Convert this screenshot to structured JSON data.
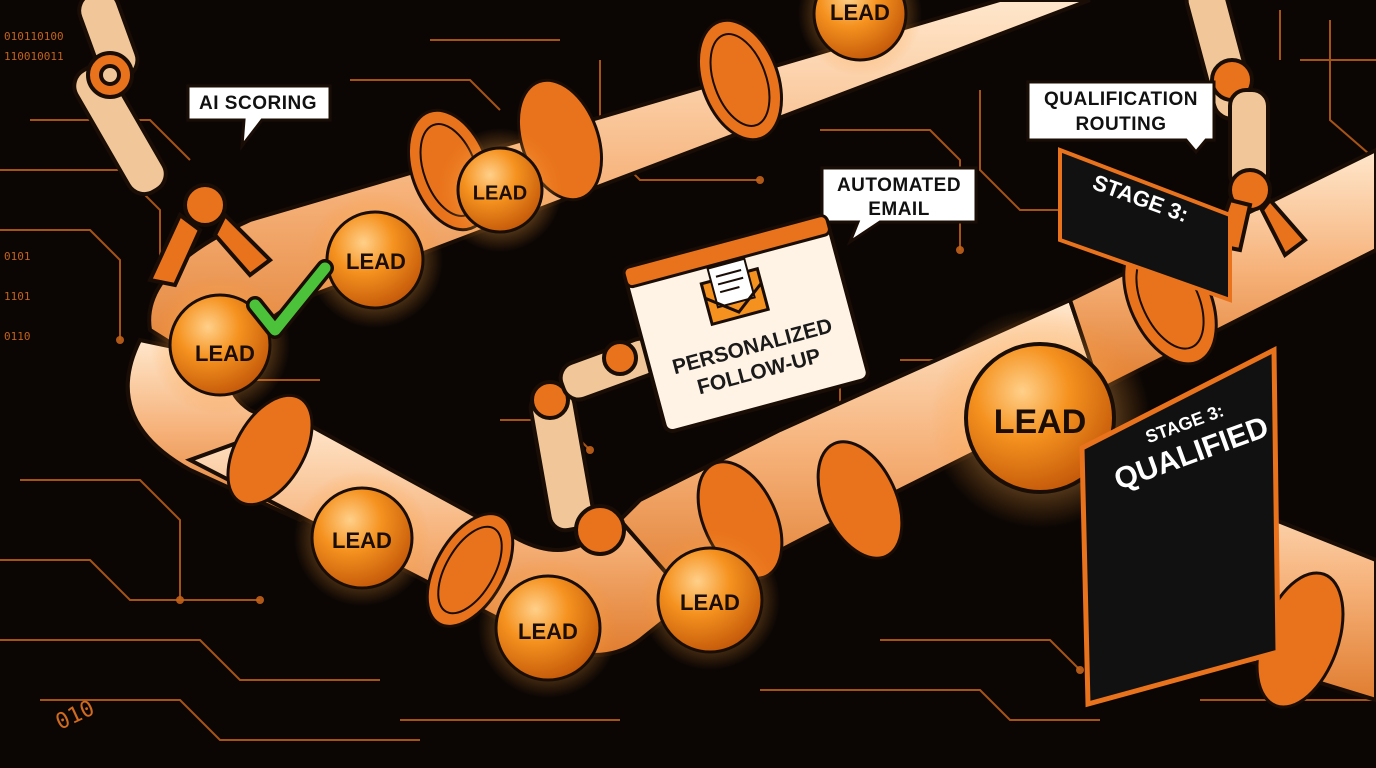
{
  "callouts": {
    "ai_scoring": "AI SCORING",
    "automated_email": [
      "AUTOMATED",
      "EMAIL"
    ],
    "qualification_routing": [
      "QUALIFICATION",
      "ROUTING"
    ]
  },
  "email_card": {
    "lines": [
      "PERSONALIZED",
      "FOLLOW-UP"
    ],
    "icon": "envelope-icon"
  },
  "stage_signs": {
    "back_sign": "STAGE 3:",
    "front_sign_line1": "STAGE 3:",
    "front_sign_line2": "QUALIFIED"
  },
  "lead_label": "LEAD",
  "binary_text": "010",
  "check_icon": "checkmark-icon",
  "colors": {
    "background": "#0b0604",
    "circuit": "#c2621a",
    "pipe": "#f4b27a",
    "pipe_glow": "#ffe3c4",
    "ring": "#e8731c",
    "lead_ball": "#f08a1e",
    "check": "#4cc23a",
    "sign_bg": "#111111"
  }
}
